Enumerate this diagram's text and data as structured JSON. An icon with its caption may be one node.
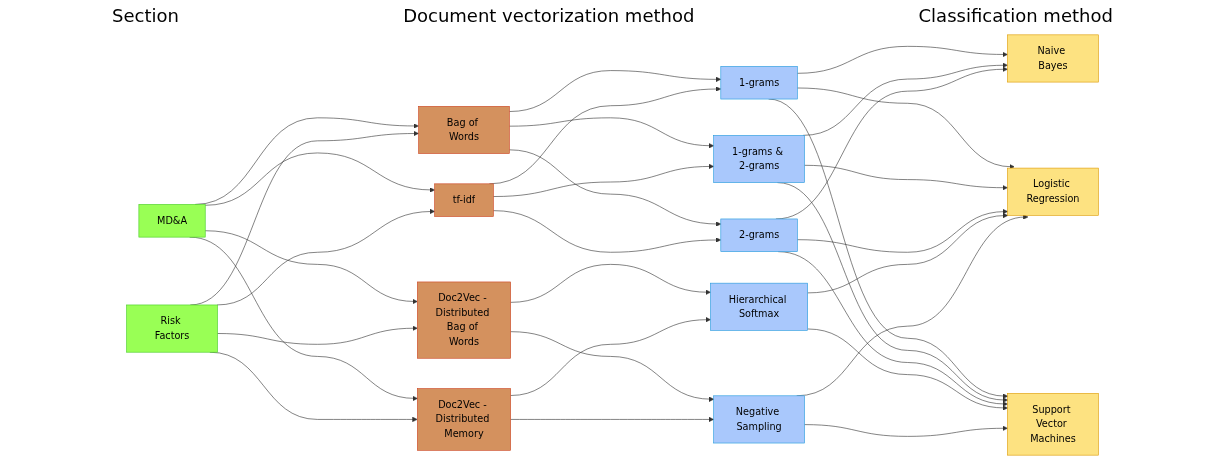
{
  "diagram": {
    "nodes": [
      {
        "text": [
          "MD&A"
        ]
      },
      {
        "text": [
          "Risk Factors"
        ]
      },
      {
        "text": [
          "Bag of Words"
        ]
      },
      {
        "text": [
          "tf-idf"
        ]
      },
      {
        "text": [
          "Doc2Vec - Distributed Bag of Words"
        ]
      },
      {
        "text": [
          "Doc2Vec - Distributed Memory"
        ]
      },
      {
        "text": [
          "1-grams"
        ]
      },
      {
        "text": [
          "1-grams & 2-grams"
        ]
      },
      {
        "text": [
          "2-grams"
        ]
      },
      {
        "text": [
          "Hierarchical Softmax"
        ]
      },
      {
        "text": [
          "Negative Sampling"
        ]
      },
      {
        "text": [
          "Naive Bayes"
        ]
      },
      {
        "text": [
          "Logistic Regression"
        ]
      },
      {
        "text": [
          "Support Vector Machines"
        ]
      }
    ],
    "edges": [
      {
        "from": 0,
        "to": 2,
        "arrow": "to"
      },
      {
        "from": 0,
        "to": 3,
        "arrow": "to"
      },
      {
        "from": 0,
        "to": 4,
        "arrow": "to"
      },
      {
        "from": 0,
        "to": 5,
        "arrow": "to"
      },
      {
        "from": 1,
        "to": 2,
        "arrow": "to"
      },
      {
        "from": 1,
        "to": 3,
        "arrow": "to"
      },
      {
        "from": 1,
        "to": 4,
        "arrow": "to"
      },
      {
        "from": 1,
        "to": 5,
        "arrow": "to"
      },
      {
        "from": 2,
        "to": 6,
        "arrow": "to"
      },
      {
        "from": 2,
        "to": 7,
        "arrow": "to"
      },
      {
        "from": 2,
        "to": 8,
        "arrow": "to"
      },
      {
        "from": 3,
        "to": 6,
        "arrow": "to"
      },
      {
        "from": 3,
        "to": 7,
        "arrow": "to"
      },
      {
        "from": 3,
        "to": 8,
        "arrow": "to"
      },
      {
        "from": 4,
        "to": 9,
        "arrow": "to"
      },
      {
        "from": 4,
        "to": 10,
        "arrow": "to"
      },
      {
        "from": 5,
        "to": 9,
        "arrow": "to"
      },
      {
        "from": 5,
        "to": 10,
        "arrow": "to"
      },
      {
        "from": 6,
        "to": 11,
        "arrow": "to"
      },
      {
        "from": 6,
        "to": 12,
        "arrow": "to"
      },
      {
        "from": 6,
        "to": 13,
        "arrow": "to"
      },
      {
        "from": 7,
        "to": 11,
        "arrow": "to"
      },
      {
        "from": 7,
        "to": 12,
        "arrow": "to"
      },
      {
        "from": 7,
        "to": 13,
        "arrow": "to"
      },
      {
        "from": 8,
        "to": 11,
        "arrow": "to"
      },
      {
        "from": 8,
        "to": 12,
        "arrow": "to"
      },
      {
        "from": 8,
        "to": 13,
        "arrow": "to"
      },
      {
        "from": 9,
        "to": 12,
        "arrow": "to"
      },
      {
        "from": 9,
        "to": 13,
        "arrow": "to"
      },
      {
        "from": 10,
        "to": 12,
        "arrow": "to"
      },
      {
        "from": 10,
        "to": 13,
        "arrow": "to"
      }
    ],
    "labels": [
      "Document vectorization method",
      "Classification method",
      "Section"
    ]
  }
}
